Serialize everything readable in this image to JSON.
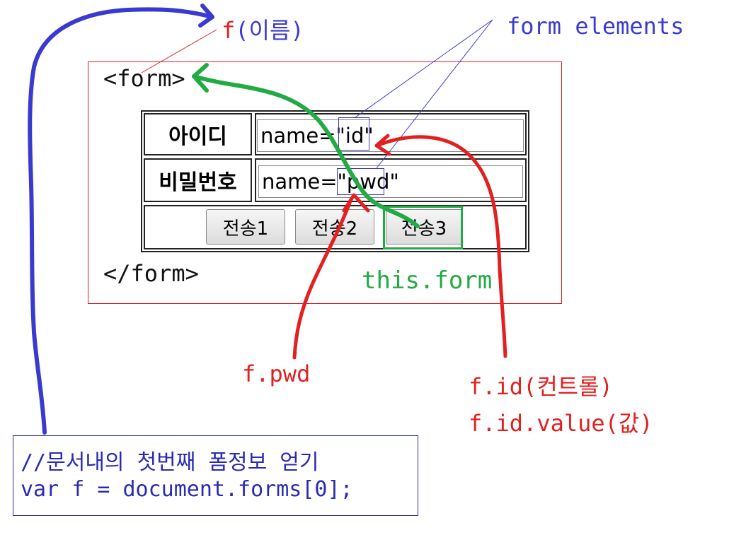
{
  "top_label": {
    "f": "f",
    "paren": "(이름)"
  },
  "form_elements_label": "form elements",
  "form_open_tag": "<form>",
  "form_close_tag": "</form>",
  "table": {
    "rows": [
      {
        "label": "아이디",
        "field_prefix": "name=\"",
        "field_name": "id",
        "field_suffix": "\""
      },
      {
        "label": "비밀번호",
        "field_prefix": "name=\"",
        "field_name": "pwd",
        "field_suffix": "\""
      }
    ],
    "buttons": [
      "전송1",
      "전송2",
      "전송3"
    ]
  },
  "this_form_label": "this.form",
  "f_pwd_label": "f.pwd",
  "f_id_label": "f.id(컨트롤)",
  "f_id_value_label": "f.id.value(값)",
  "code": {
    "line1": "//문서내의 첫번째 폼정보 얻기",
    "line2": "var f = document.forms[0];"
  },
  "colors": {
    "red": "#e32020",
    "blue": "#3a3ad0",
    "green": "#22aa44",
    "code_blue": "#2a2ab4"
  }
}
